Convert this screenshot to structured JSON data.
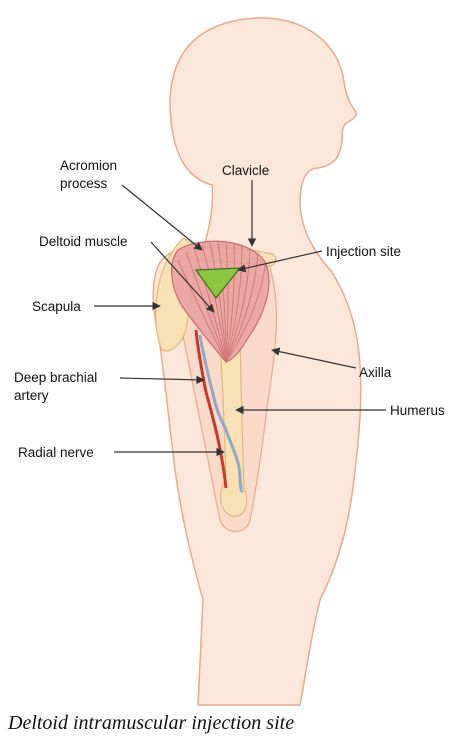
{
  "colors": {
    "skin": "#fbe3d3",
    "skin_outline": "#e9a98a",
    "bone": "#f7e1b5",
    "bone_outline": "#dcb87e",
    "muscle": "#e8a0a0",
    "muscle_stripe": "#c96b6b",
    "injection_site": "#8cc63f",
    "artery": "#c8372d",
    "nerve": "#8fa8c8",
    "leader": "#333333"
  },
  "labels": {
    "acromion_process": [
      "Acromion",
      "process"
    ],
    "clavicle": "Clavicle",
    "deltoid_muscle": "Deltoid muscle",
    "injection_site": "Injection site",
    "scapula": "Scapula",
    "deep_brachial_artery": [
      "Deep brachial",
      "artery"
    ],
    "axilla": "Axilla",
    "humerus": "Humerus",
    "radial_nerve": "Radial nerve"
  },
  "caption": "Deltoid intramuscular injection site"
}
